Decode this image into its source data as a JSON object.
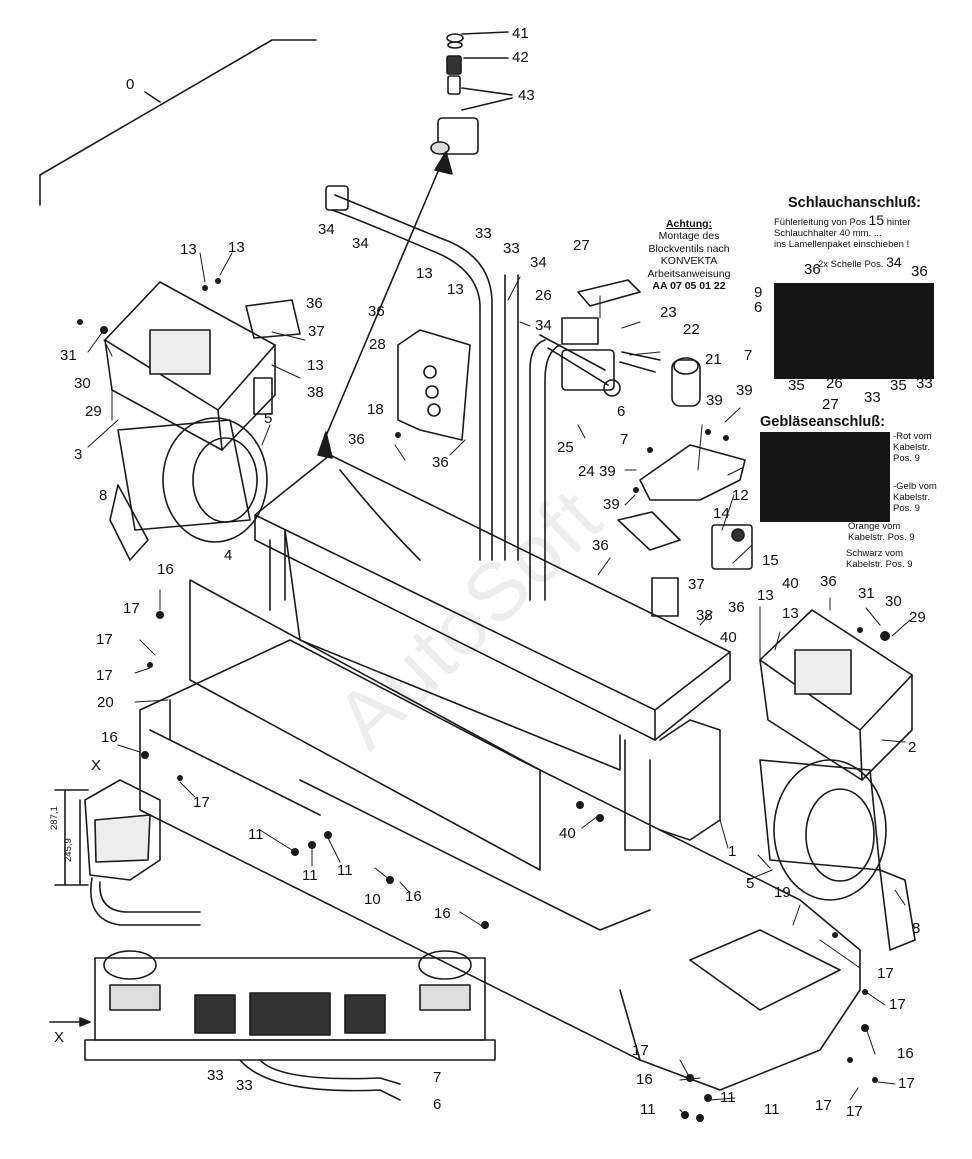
{
  "notice": {
    "title": "Achtung:",
    "lines": [
      "Montage des",
      "Blockventils nach",
      "KONVEKTA",
      "Arbeitsanweisung"
    ],
    "ref": "AA 07 05 01 22"
  },
  "hose_box": {
    "title": "Schlauchanschluß:",
    "line1": "Fühlerleitung von Pos",
    "line1_pos": "15",
    "line1_end": "hinter",
    "line2": "Schlauchhalter 40 mm. ...",
    "line3": "ins Lamellenpaket einschieben !",
    "clamp": "2x Schelle Pos.",
    "clamp_pos": "34"
  },
  "blower_box": {
    "title": "Gebläseanschluß:",
    "red": "-Rot vom",
    "yellow": "-Gelb vom",
    "kab": "Kabelstr.",
    "pos9": "Pos. 9",
    "orange": "Orange vom",
    "black": "Schwarz vom",
    "kab_pos9": "Kabelstr. Pos. 9"
  },
  "dims": {
    "h1": "287,1",
    "h2": "245,9"
  },
  "watermark": "AutoSoft",
  "labels": {
    "l0": "0",
    "l1": "1",
    "l2": "2",
    "l3": "3",
    "l4": "4",
    "l5": "5",
    "l6": "6",
    "l7": "7",
    "l8": "8",
    "l9": "9",
    "l10": "10",
    "l11": "11",
    "l12": "12",
    "l13": "13",
    "l14": "14",
    "l15": "15",
    "l16": "16",
    "l17": "17",
    "l18": "18",
    "l19": "19",
    "l20": "20",
    "l21": "21",
    "l22": "22",
    "l23": "23",
    "l24": "24",
    "l25": "25",
    "l26": "26",
    "l27": "27",
    "l28": "28",
    "l29": "29",
    "l30": "30",
    "l31": "31",
    "l33": "33",
    "l34": "34",
    "l35": "35",
    "l36": "36",
    "l37": "37",
    "l38": "38",
    "l39": "39",
    "l40": "40",
    "l41": "41",
    "l42": "42",
    "l43": "43",
    "lx": "X"
  }
}
